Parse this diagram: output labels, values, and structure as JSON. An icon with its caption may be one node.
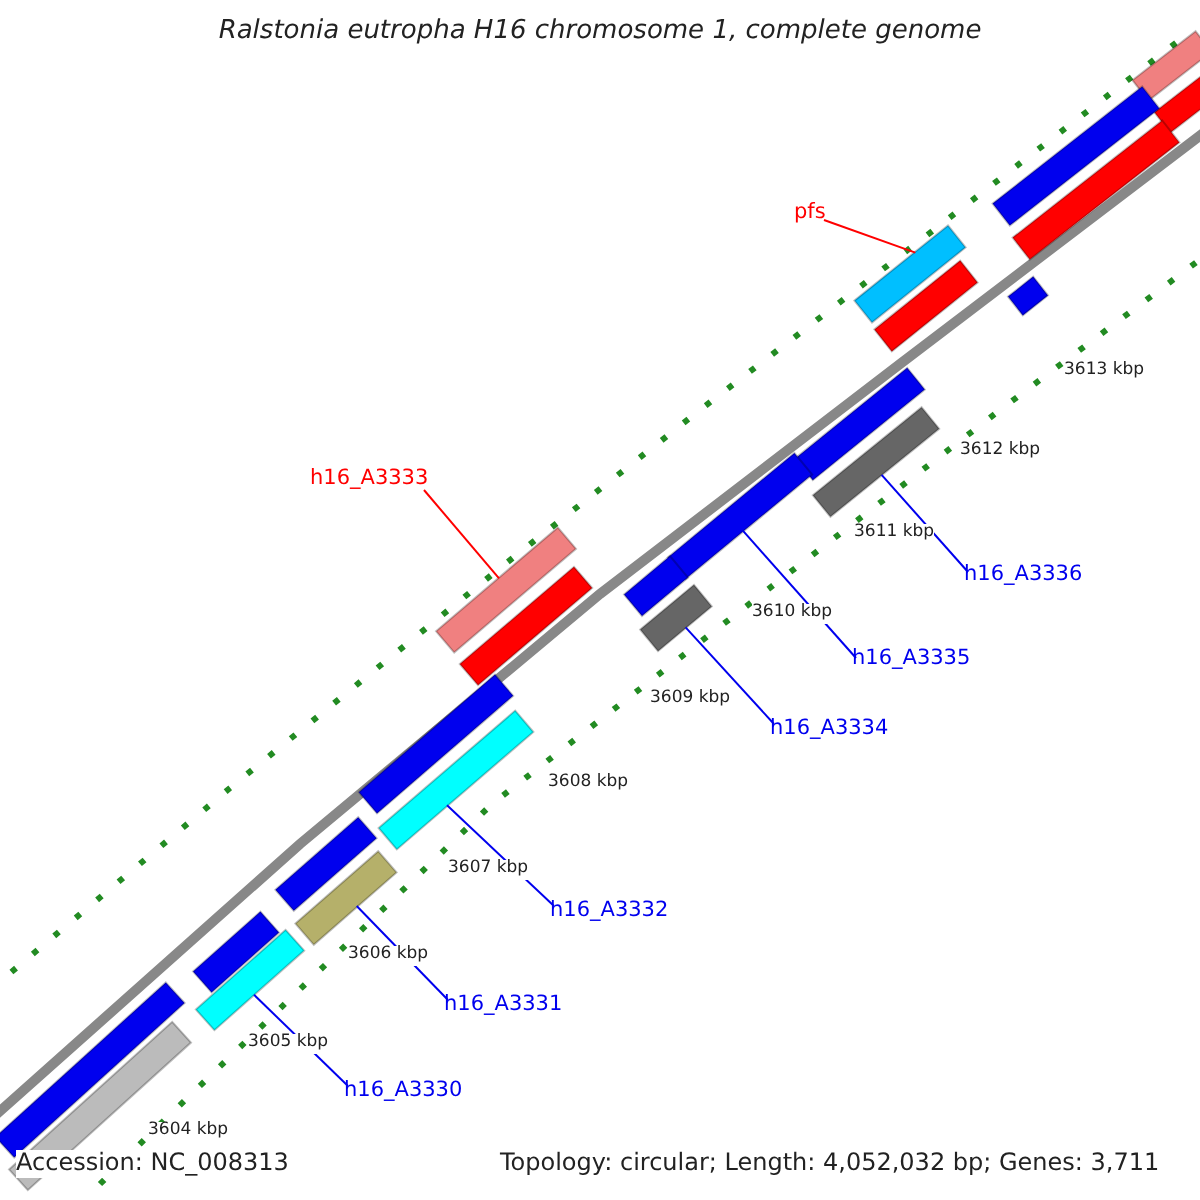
{
  "diagram": {
    "title": "Ralstonia eutropha H16 chromosome 1, complete genome",
    "nodes": [
      {
        "text": [
          "pfs"
        ]
      },
      {
        "text": [],
        "shape": "bar"
      },
      {
        "text": [
          "h16_A3333"
        ]
      },
      {
        "text": [],
        "shape": "bar"
      },
      {
        "text": [
          "h16_A3336"
        ]
      },
      {
        "text": [],
        "shape": "bar"
      },
      {
        "text": [
          "h16_A3335"
        ]
      },
      {
        "text": [],
        "shape": "bar"
      },
      {
        "text": [
          "h16_A3334"
        ]
      },
      {
        "text": [],
        "shape": "bar"
      },
      {
        "text": [
          "h16_A3332"
        ]
      },
      {
        "text": [],
        "shape": "bar"
      },
      {
        "text": [
          "h16_A3331"
        ]
      },
      {
        "text": [],
        "shape": "bar"
      },
      {
        "text": [
          "h16_A3330"
        ]
      },
      {
        "text": [],
        "shape": "bar"
      },
      {
        "text": [],
        "shape": "bar"
      },
      {
        "text": [],
        "shape": "bar"
      },
      {
        "text": [],
        "shape": "bar"
      },
      {
        "text": [],
        "shape": "bar"
      },
      {
        "text": [],
        "shape": "bar"
      },
      {
        "text": [],
        "shape": "bar"
      },
      {
        "text": [],
        "shape": "bar"
      },
      {
        "text": [],
        "shape": "bar"
      },
      {
        "text": [],
        "shape": "bar"
      },
      {
        "text": [],
        "shape": "bar"
      },
      {
        "text": [],
        "shape": "bar"
      },
      {
        "text": [],
        "shape": "bar"
      },
      {
        "text": [],
        "shape": "bar"
      },
      {
        "text": [],
        "shape": "bar"
      }
    ],
    "edges": [
      {
        "from": 0,
        "to": 1,
        "arrow": "none",
        "color": "#ff0000"
      },
      {
        "from": 2,
        "to": 3,
        "arrow": "none",
        "color": "#ff0000"
      },
      {
        "from": 4,
        "to": 5,
        "arrow": "none"
      },
      {
        "from": 6,
        "to": 7,
        "arrow": "none"
      },
      {
        "from": 8,
        "to": 9,
        "arrow": "none"
      },
      {
        "from": 10,
        "to": 11,
        "arrow": "none"
      },
      {
        "from": 12,
        "to": 13,
        "arrow": "none"
      },
      {
        "from": 14,
        "to": 15,
        "arrow": "none"
      }
    ],
    "labels": [
      "3613 kbp",
      "3612 kbp",
      "3611 kbp",
      "3610 kbp",
      "3609 kbp",
      "3608 kbp",
      "3607 kbp",
      "3606 kbp",
      "3605 kbp",
      "3604 kbp",
      "Accession: NC_008313",
      "Topology: circular; Length: 4,052,032 bp; Genes: 3,711"
    ]
  }
}
